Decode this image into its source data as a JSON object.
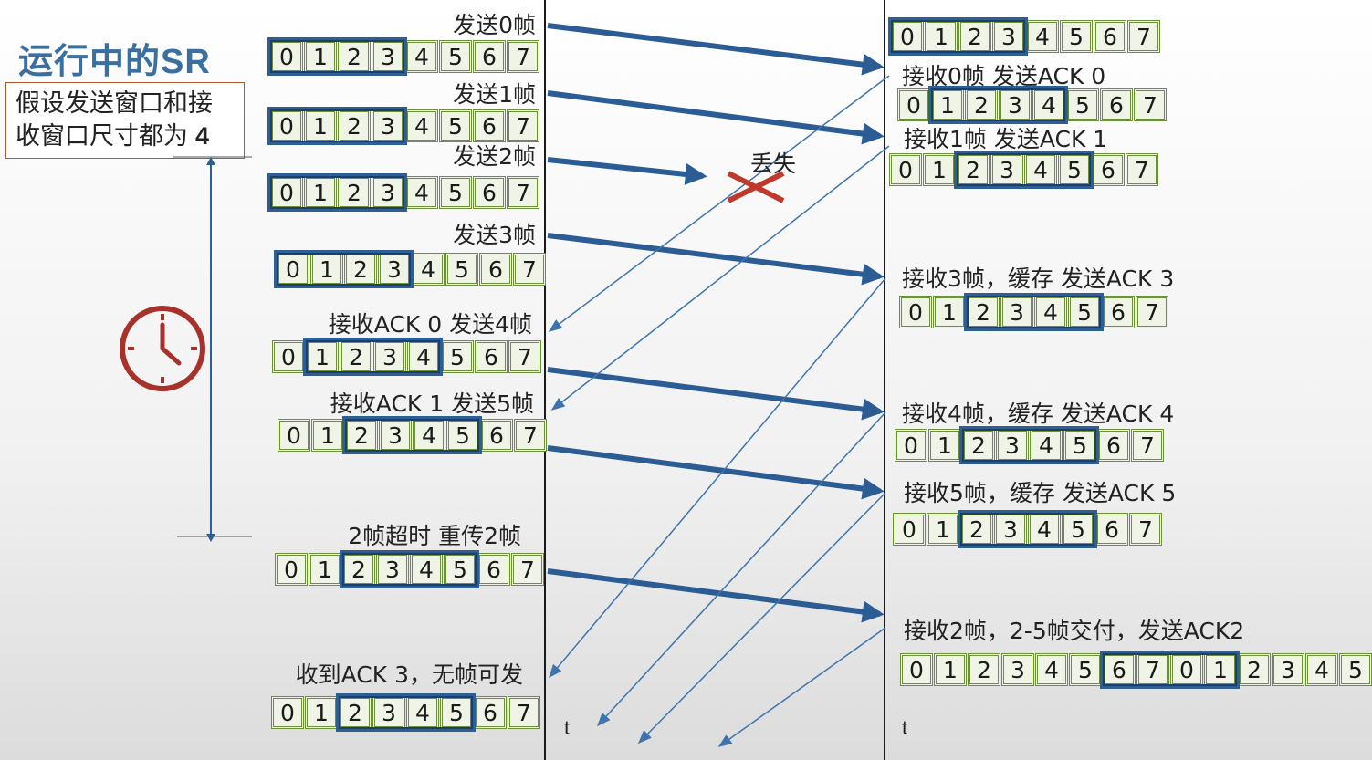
{
  "title": "运行中的SR",
  "assumption": {
    "text": "假设发送窗口和接收窗口尺寸都为",
    "size": "4"
  },
  "timeline_label": "t",
  "sender_events": [
    {
      "label": "发送0帧"
    },
    {
      "label": "发送1帧"
    },
    {
      "label": "发送2帧"
    },
    {
      "label": "发送3帧"
    },
    {
      "label": "接收ACK 0  发送4帧"
    },
    {
      "label": "接收ACK 1  发送5帧"
    },
    {
      "label": "2帧超时  重传2帧"
    },
    {
      "label": "收到ACK 3，无帧可发"
    }
  ],
  "receiver_events": [
    {
      "label": "接收0帧 发送ACK 0"
    },
    {
      "label": "接收1帧 发送ACK 1"
    },
    {
      "label": "接收3帧，缓存  发送ACK 3"
    },
    {
      "label": "接收4帧，缓存  发送ACK 4"
    },
    {
      "label": "接收5帧，缓存  发送ACK 5"
    },
    {
      "label": "接收2帧，2-5帧交付，发送ACK2"
    }
  ],
  "lost_label": "丢失",
  "strips": [
    {
      "id": "s0",
      "cells": [
        "0",
        "1",
        "2",
        "3",
        "4",
        "5",
        "6",
        "7"
      ],
      "win": [
        0,
        3
      ]
    },
    {
      "id": "s1",
      "cells": [
        "0",
        "1",
        "2",
        "3",
        "4",
        "5",
        "6",
        "7"
      ],
      "win": [
        0,
        3
      ]
    },
    {
      "id": "s2",
      "cells": [
        "0",
        "1",
        "2",
        "3",
        "4",
        "5",
        "6",
        "7"
      ],
      "win": [
        0,
        3
      ]
    },
    {
      "id": "s3",
      "cells": [
        "0",
        "1",
        "2",
        "3",
        "4",
        "5",
        "6",
        "7"
      ],
      "win": [
        0,
        3
      ]
    },
    {
      "id": "s4",
      "cells": [
        "0",
        "1",
        "2",
        "3",
        "4",
        "5",
        "6",
        "7"
      ],
      "win": [
        1,
        4
      ]
    },
    {
      "id": "s5",
      "cells": [
        "0",
        "1",
        "2",
        "3",
        "4",
        "5",
        "6",
        "7"
      ],
      "win": [
        2,
        5
      ]
    },
    {
      "id": "s6",
      "cells": [
        "0",
        "1",
        "2",
        "3",
        "4",
        "5",
        "6",
        "7"
      ],
      "win": [
        2,
        5
      ]
    },
    {
      "id": "s7",
      "cells": [
        "0",
        "1",
        "2",
        "3",
        "4",
        "5",
        "6",
        "7"
      ],
      "win": [
        2,
        5
      ]
    },
    {
      "id": "r0",
      "cells": [
        "0",
        "1",
        "2",
        "3",
        "4",
        "5",
        "6",
        "7"
      ],
      "win": [
        0,
        3
      ]
    },
    {
      "id": "r1",
      "cells": [
        "0",
        "1",
        "2",
        "3",
        "4",
        "5",
        "6",
        "7"
      ],
      "win": [
        1,
        4
      ]
    },
    {
      "id": "r2",
      "cells": [
        "0",
        "1",
        "2",
        "3",
        "4",
        "5",
        "6",
        "7"
      ],
      "win": [
        2,
        5
      ]
    },
    {
      "id": "r3",
      "cells": [
        "0",
        "1",
        "2",
        "3",
        "4",
        "5",
        "6",
        "7"
      ],
      "win": [
        2,
        5
      ]
    },
    {
      "id": "r4",
      "cells": [
        "0",
        "1",
        "2",
        "3",
        "4",
        "5",
        "6",
        "7"
      ],
      "win": [
        2,
        5
      ]
    },
    {
      "id": "r5",
      "cells": [
        "0",
        "1",
        "2",
        "3",
        "4",
        "5",
        "6",
        "7"
      ],
      "win": [
        2,
        5
      ]
    },
    {
      "id": "r6",
      "cells": [
        "0",
        "1",
        "2",
        "3",
        "4",
        "5",
        "6",
        "7",
        "0",
        "1",
        "2",
        "3",
        "4",
        "5"
      ],
      "win": [
        6,
        9
      ]
    }
  ],
  "colors": {
    "window_border": "#2d5f93",
    "cell_border": "#6d8f3c",
    "arrow_thick": "#2b5d94",
    "arrow_thin": "#3d74ad",
    "lost_x": "#c0392b",
    "clock": "#a8322a"
  }
}
